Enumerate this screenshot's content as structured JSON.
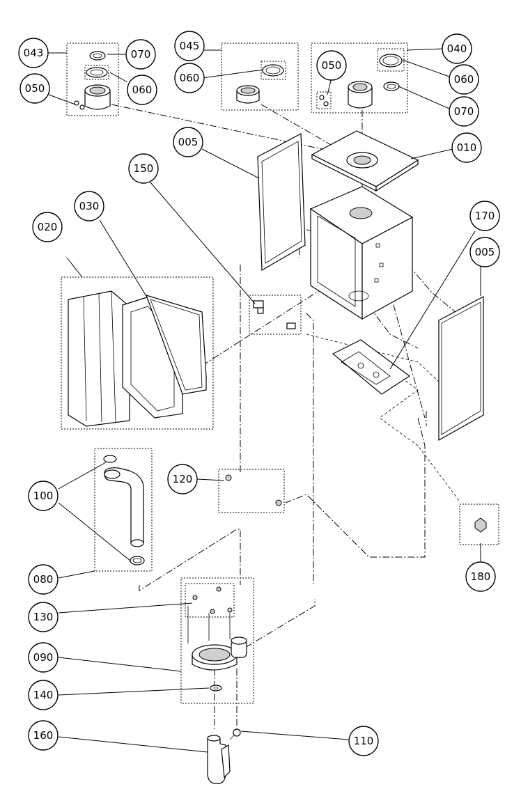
{
  "callouts": {
    "c005a": "005",
    "c005b": "005",
    "c010": "010",
    "c020": "020",
    "c030": "030",
    "c040": "040",
    "c043": "043",
    "c045": "045",
    "c050a": "050",
    "c050b": "050",
    "c060a": "060",
    "c060b": "060",
    "c060c": "060",
    "c070a": "070",
    "c070b": "070",
    "c080": "080",
    "c090": "090",
    "c100": "100",
    "c110": "110",
    "c120": "120",
    "c130": "130",
    "c140": "140",
    "c150": "150",
    "c160": "160",
    "c170": "170",
    "c180": "180"
  }
}
